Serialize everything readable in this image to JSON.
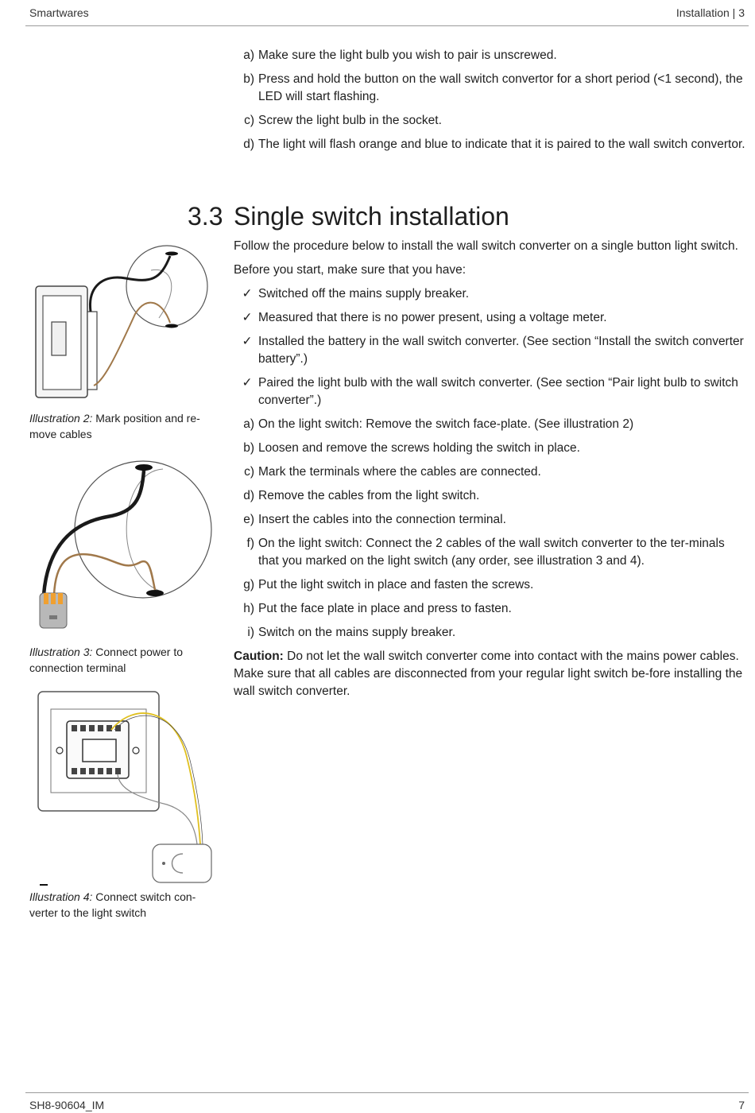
{
  "header": {
    "left": "Smartwares",
    "right": "Installation | 3"
  },
  "footer": {
    "left": "SH8-90604_IM",
    "right": "7"
  },
  "pairing_steps": [
    {
      "marker": "a)",
      "text": "Make sure the light bulb you wish to pair is unscrewed."
    },
    {
      "marker": "b)",
      "text": "Press and hold the button on the wall switch convertor for a short period (<1 second), the LED will start flashing."
    },
    {
      "marker": "c)",
      "text": "Screw the light bulb in the socket."
    },
    {
      "marker": "d)",
      "text": "The light will flash orange and blue to indicate that it is paired to the wall switch convertor."
    }
  ],
  "section": {
    "number": "3.3",
    "title": "Single switch installation",
    "intro": "Follow the procedure below to install the wall switch converter on a single button light switch.",
    "before": "Before you start, make sure that you have:",
    "checklist": [
      "Switched off the mains supply breaker.",
      "Measured that there is no power present, using a voltage meter.",
      "Installed the battery in the wall switch converter. (See section “Install the switch converter battery”.)",
      "Paired the light bulb with the wall switch converter. (See section “Pair light bulb to switch converter”.)"
    ],
    "check_mark": "✓",
    "steps": [
      {
        "marker": "a)",
        "text": "On the light switch: Remove the switch face-plate. (See illustration 2)"
      },
      {
        "marker": "b)",
        "text": "Loosen and remove the screws holding the switch in place."
      },
      {
        "marker": "c)",
        "text": "Mark the terminals where the cables are connected."
      },
      {
        "marker": "d)",
        "text": "Remove the cables from the light switch."
      },
      {
        "marker": "e)",
        "text": "Insert the cables into the connection terminal."
      },
      {
        "marker": "f)",
        "text": "On the light switch: Connect the 2 cables of the wall switch converter to the ter-minals that you marked on the light switch (any order, see illustration 3 and 4)."
      },
      {
        "marker": "g)",
        "text": "Put the light switch in place and fasten the screws."
      },
      {
        "marker": "h)",
        "text": "Put the face plate in place and press to fasten."
      },
      {
        "marker": "i)",
        "text": "Switch on the mains supply breaker."
      }
    ],
    "caution_label": "Caution:",
    "caution_text": " Do not let the wall switch converter come into contact with the mains power cables. Make sure that all cables are disconnected from your regular light switch be-fore installing the wall switch converter."
  },
  "illustrations": [
    {
      "label": "Illustration 2:",
      "caption": " Mark position and re-move cables"
    },
    {
      "label": "Illustration 3:",
      "caption": " Connect power to connection terminal"
    },
    {
      "label": "Illustration 4:",
      "caption": " Connect switch con-verter to the light switch"
    }
  ],
  "colors": {
    "cable_black": "#1a1a1a",
    "cable_brown": "#a0784a",
    "cable_yellow": "#e0c020",
    "terminal_orange": "#f0a030"
  }
}
